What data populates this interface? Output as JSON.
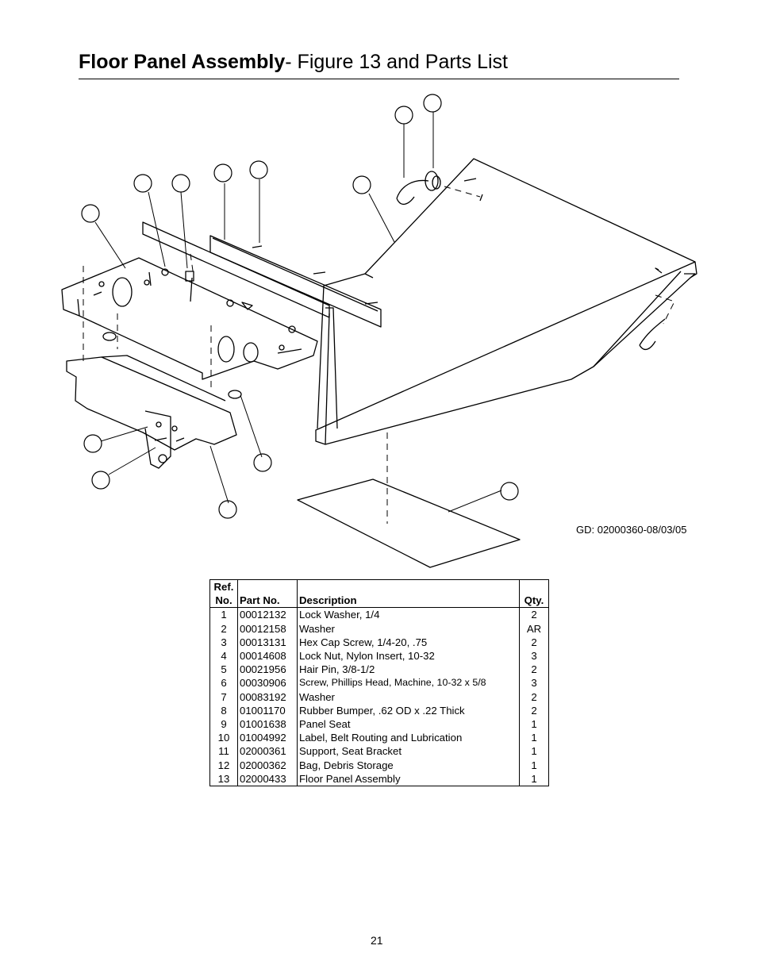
{
  "header": {
    "title_bold": "Floor Panel Assembly",
    "title_rest": "- Figure 13 and Parts List"
  },
  "figure": {
    "drawing_code": "GD: 02000360-08/03/05"
  },
  "parts_table": {
    "headers": {
      "ref_line1": "Ref.",
      "ref_line2": "No.",
      "part_no": "Part No.",
      "description": "Description",
      "qty": "Qty."
    },
    "rows": [
      {
        "ref": "1",
        "part_no": "00012132",
        "description": "Lock Washer, 1/4",
        "qty": "2"
      },
      {
        "ref": "2",
        "part_no": "00012158",
        "description": "Washer",
        "qty": "AR"
      },
      {
        "ref": "3",
        "part_no": "00013131",
        "description": "Hex Cap Screw, 1/4-20, .75",
        "qty": "2"
      },
      {
        "ref": "4",
        "part_no": "00014608",
        "description": "Lock Nut, Nylon Insert, 10-32",
        "qty": "3"
      },
      {
        "ref": "5",
        "part_no": "00021956",
        "description": "Hair Pin, 3/8-1/2",
        "qty": "2"
      },
      {
        "ref": "6",
        "part_no": "00030906",
        "description": "Screw, Phillips Head, Machine, 10-32 x 5/8",
        "qty": "3"
      },
      {
        "ref": "7",
        "part_no": "00083192",
        "description": "Washer",
        "qty": "2"
      },
      {
        "ref": "8",
        "part_no": "01001170",
        "description": "Rubber Bumper, .62 OD x .22 Thick",
        "qty": "2"
      },
      {
        "ref": "9",
        "part_no": "01001638",
        "description": "Panel Seat",
        "qty": "1"
      },
      {
        "ref": "10",
        "part_no": "01004992",
        "description": "Label, Belt Routing and Lubrication",
        "qty": "1"
      },
      {
        "ref": "11",
        "part_no": "02000361",
        "description": "Support, Seat Bracket",
        "qty": "1"
      },
      {
        "ref": "12",
        "part_no": "02000362",
        "description": "Bag, Debris Storage",
        "qty": "1"
      },
      {
        "ref": "13",
        "part_no": "02000433",
        "description": "Floor Panel Assembly",
        "qty": "1"
      }
    ]
  },
  "footer": {
    "page_number": "21"
  }
}
